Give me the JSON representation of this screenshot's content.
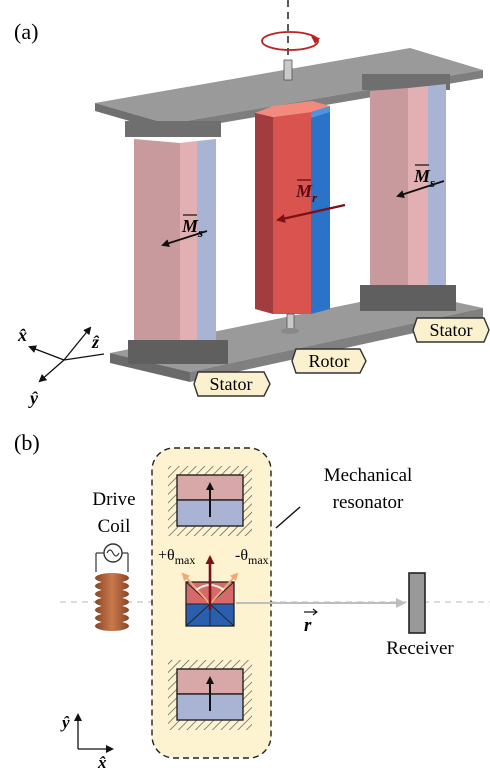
{
  "panel_a": {
    "label": "(a)",
    "magnetization_stator_left": "M",
    "magnetization_stator_left_sub": "s",
    "magnetization_rotor": "M",
    "magnetization_rotor_sub": "r",
    "magnetization_stator_right": "M",
    "magnetization_stator_right_sub": "s",
    "tag_stator_left": "Stator",
    "tag_rotor": "Rotor",
    "tag_stator_right": "Stator",
    "axis_x": "x̂",
    "axis_y": "ŷ",
    "axis_z": "ẑ"
  },
  "panel_b": {
    "label": "(b)",
    "drive_coil_line1": "Drive",
    "drive_coil_line2": "Coil",
    "resonator_line1": "Mechanical",
    "resonator_line2": "resonator",
    "theta_plus": "+θ",
    "theta_minus": "-θ",
    "theta_sub": "max",
    "vector_r": "r",
    "receiver": "Receiver",
    "axis_y": "ŷ",
    "axis_x": "x̂"
  },
  "colors": {
    "stator_pink": "#d9a0a5",
    "stator_blue": "#a9b3d4",
    "rotor_red": "#d9534f",
    "rotor_blue": "#2a73c9",
    "base_gray": "#8f8f8f",
    "tag_fill": "#fbf1cf",
    "resonator_fill": "#fdf3d1",
    "arrow_darkred": "#7d0f16",
    "coil_copper": "#b0643d"
  }
}
